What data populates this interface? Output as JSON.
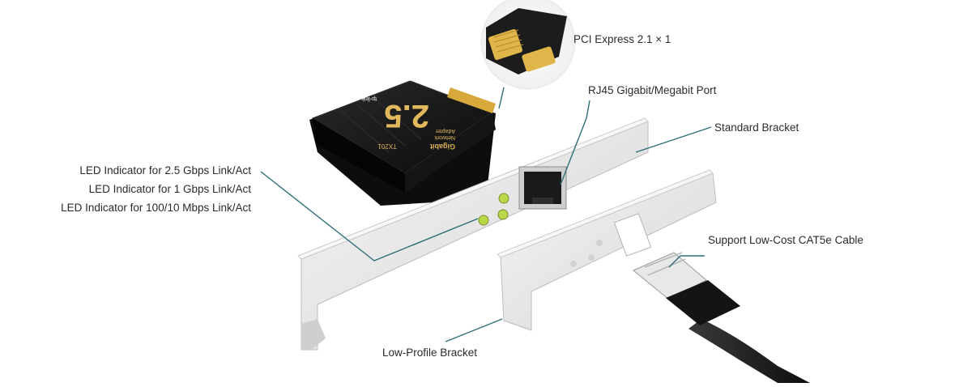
{
  "callouts": {
    "pcie": "PCI Express 2.1 × 1",
    "rj45": "RJ45 Gigabit/Megabit Port",
    "standard_bracket": "Standard Bracket",
    "led_25": "LED Indicator for 2.5 Gbps Link/Act",
    "led_1": "LED Indicator for 1 Gbps Link/Act",
    "led_100": "LED Indicator for 100/10 Mbps Link/Act",
    "cable": "Support Low-Cost CAT5e Cable",
    "low_profile": "Low-Profile Bracket"
  },
  "product": {
    "brand": "tp-link",
    "speed": "2.5",
    "desc_line1": "Gigabit",
    "desc_line2": "Network",
    "desc_line3": "Adapter",
    "model": "TX201"
  },
  "colors": {
    "leader_line": "#2e6f78",
    "heatsink": "#111111",
    "gold_text": "#d9b25a",
    "bracket": "#e8e8e8",
    "led_green": "#b8d84a"
  }
}
